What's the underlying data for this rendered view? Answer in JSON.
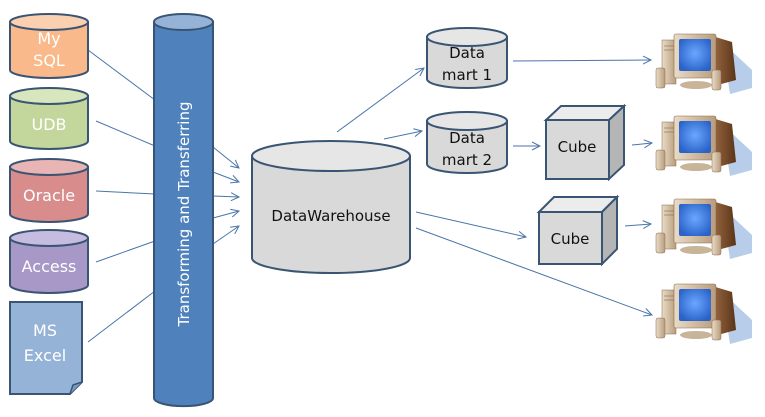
{
  "title": "Data warehouse architecture diagram",
  "sources": [
    {
      "id": "mysql",
      "lines": [
        "My",
        "SQL"
      ],
      "shape": "cylinder",
      "fill": "#f9b98a",
      "top": "#fbd0b0"
    },
    {
      "id": "udb",
      "lines": [
        "UDB"
      ],
      "shape": "cylinder",
      "fill": "#c3d69b",
      "top": "#d8e6bd"
    },
    {
      "id": "oracle",
      "lines": [
        "Oracle"
      ],
      "shape": "cylinder",
      "fill": "#d98c8c",
      "top": "#e8b4b4"
    },
    {
      "id": "access",
      "lines": [
        "Access"
      ],
      "shape": "cylinder",
      "fill": "#a898c8",
      "top": "#c6bce0"
    },
    {
      "id": "ms-excel",
      "lines": [
        "MS",
        "Excel"
      ],
      "shape": "document",
      "fill": "#95b3d7",
      "top": "#95b3d7"
    }
  ],
  "etl": {
    "label": "Transforming and Transferring",
    "fill": "#4f81bd",
    "top": "#95b3d7"
  },
  "warehouse": {
    "label": "DataWarehouse"
  },
  "marts": [
    {
      "id": "data-mart-1",
      "lines": [
        "Data",
        "mart 1"
      ]
    },
    {
      "id": "data-mart-2",
      "lines": [
        "Data",
        "mart 2"
      ]
    }
  ],
  "cubes": [
    {
      "id": "cube-1",
      "label": "Cube"
    },
    {
      "id": "cube-2",
      "label": "Cube"
    }
  ],
  "clients": [
    {
      "id": "client-1",
      "icon": "computer-icon"
    },
    {
      "id": "client-2",
      "icon": "computer-icon"
    },
    {
      "id": "client-3",
      "icon": "computer-icon"
    },
    {
      "id": "client-4",
      "icon": "computer-icon"
    }
  ],
  "colors": {
    "outline": "#3a5573",
    "connector": "#4a76a8",
    "gray_fill": "#d9d9d9",
    "gray_top": "#ececec",
    "screen": "#3e7fe0"
  }
}
